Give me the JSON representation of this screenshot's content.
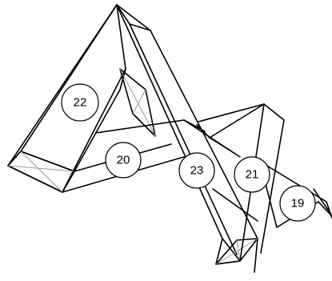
{
  "callouts": [
    {
      "id": "22",
      "label": "22"
    },
    {
      "id": "20",
      "label": "20"
    },
    {
      "id": "23",
      "label": "23"
    },
    {
      "id": "21",
      "label": "21"
    },
    {
      "id": "19",
      "label": "19"
    }
  ],
  "colors": {
    "line": "#000000",
    "hatch": "#9a9a9a",
    "background": "#ffffff"
  }
}
